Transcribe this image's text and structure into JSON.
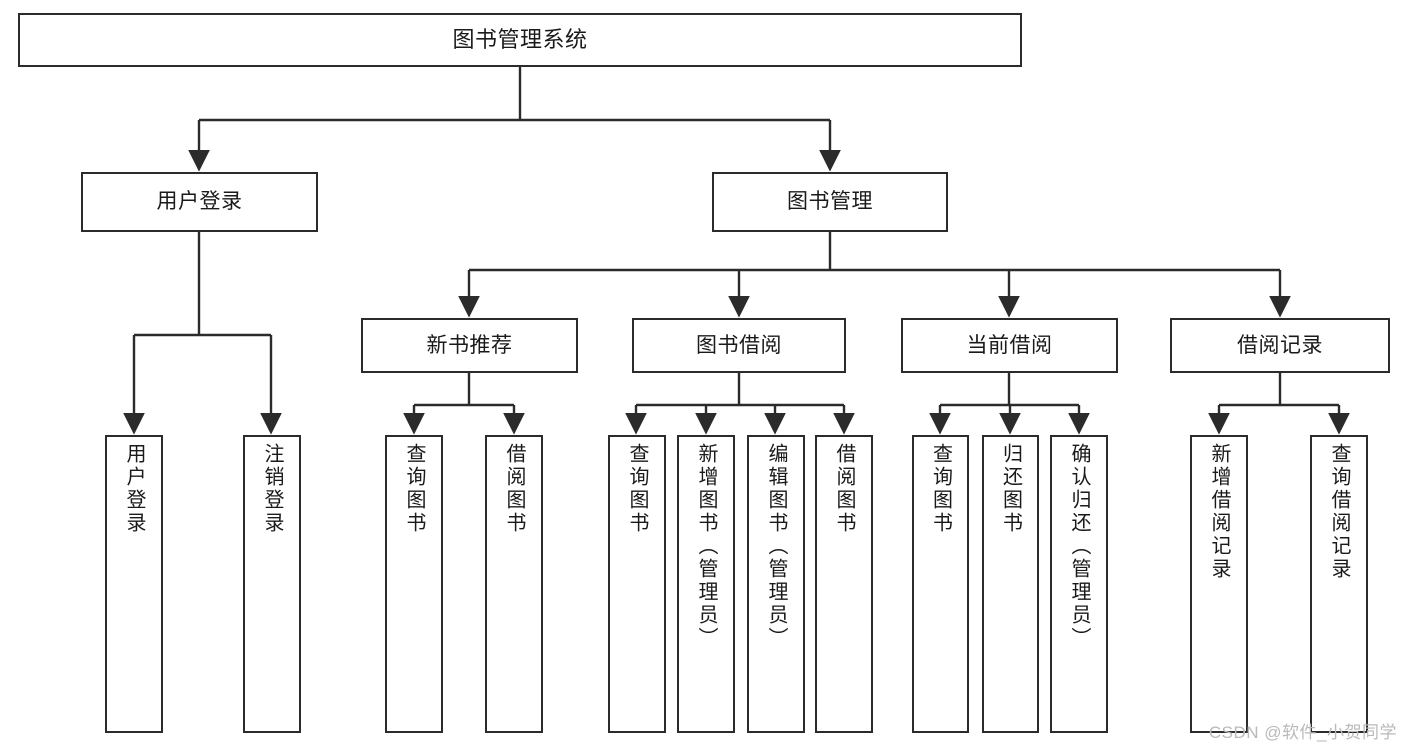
{
  "diagram": {
    "title": "图书管理系统",
    "type": "hierarchy-tree",
    "colors": {
      "stroke": "#2b2b2b",
      "fill": "#ffffff",
      "text": "#1a1a1a",
      "watermark": "#b9b9b9"
    },
    "levels": {
      "root": {
        "label": "图书管理系统"
      },
      "level2": [
        {
          "label": "用户登录"
        },
        {
          "label": "图书管理"
        }
      ],
      "level3": [
        {
          "label": "新书推荐"
        },
        {
          "label": "图书借阅"
        },
        {
          "label": "当前借阅"
        },
        {
          "label": "借阅记录"
        }
      ],
      "leaves": {
        "user_login": [
          {
            "label": "用户登录"
          },
          {
            "label": "注销登录"
          }
        ],
        "new_book_recommend": [
          {
            "label": "查询图书"
          },
          {
            "label": "借阅图书"
          }
        ],
        "book_borrow": [
          {
            "label": "查询图书"
          },
          {
            "label": "新增图书（管理员）"
          },
          {
            "label": "编辑图书（管理员）"
          },
          {
            "label": "借阅图书"
          }
        ],
        "current_borrow": [
          {
            "label": "查询图书"
          },
          {
            "label": "归还图书"
          },
          {
            "label": "确认归还（管理员）"
          }
        ],
        "borrow_record": [
          {
            "label": "新增借阅记录"
          },
          {
            "label": "查询借阅记录"
          }
        ]
      }
    }
  },
  "watermark": {
    "text": "CSDN @软件_小贺同学"
  }
}
